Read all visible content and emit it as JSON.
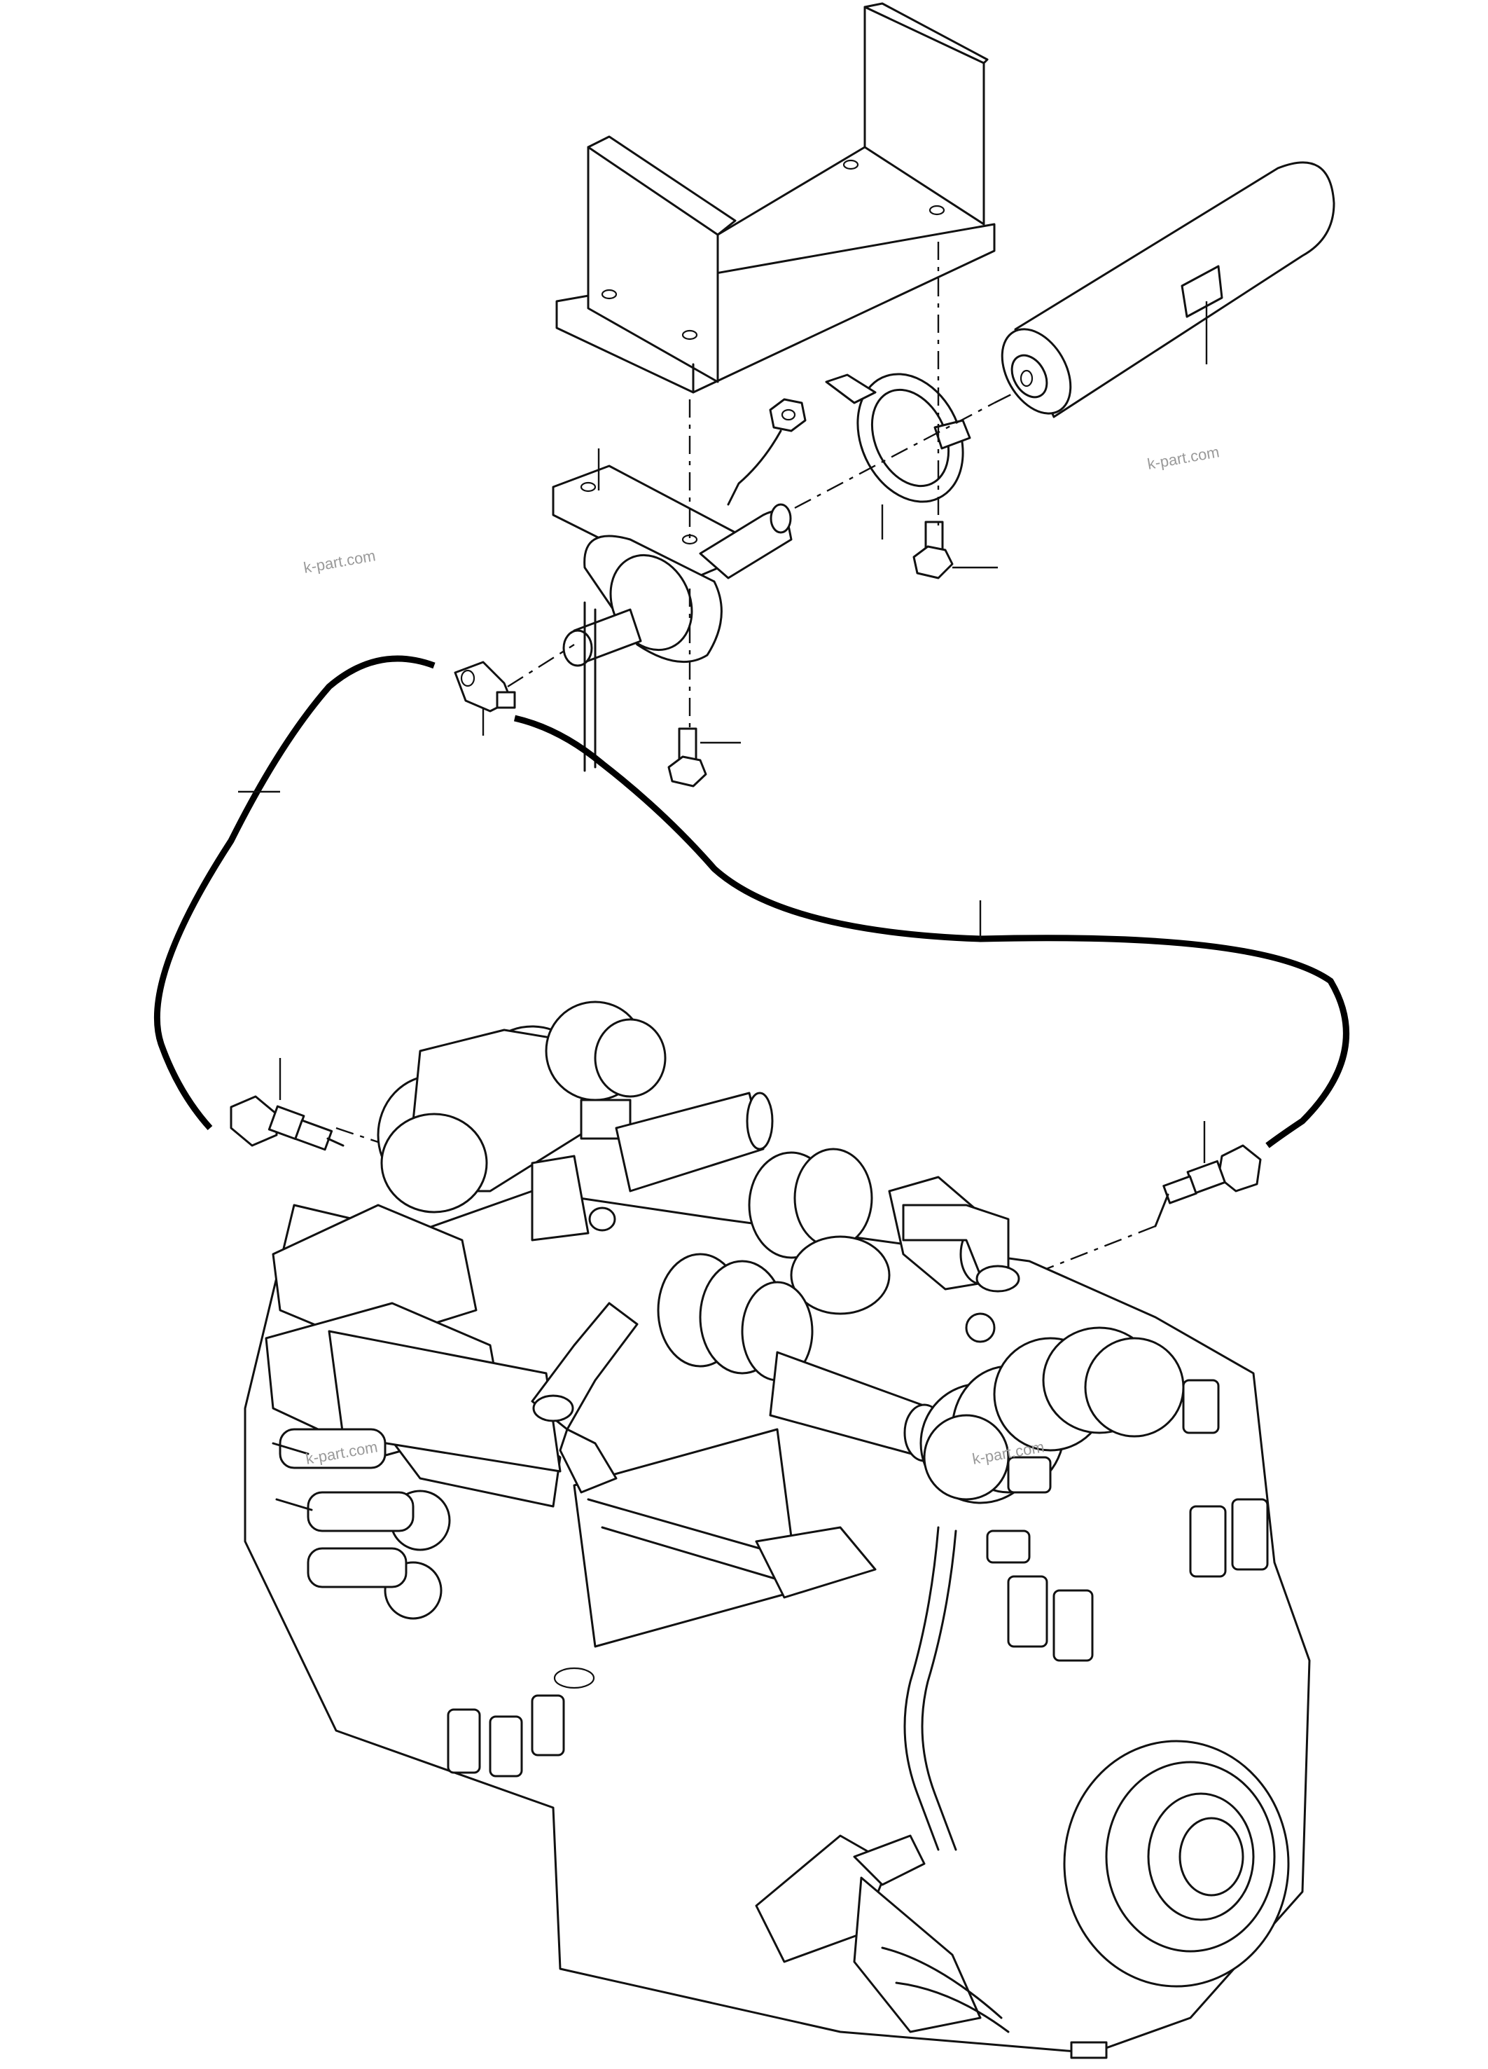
{
  "watermarks": {
    "top_right": "k-part.com",
    "top_left": "k-part.com",
    "engine_left": "k-part.com",
    "engine_right": "k-part.com"
  },
  "colors": {
    "line": "#111111",
    "background": "#ffffff",
    "watermark": "#9a9a9a"
  }
}
